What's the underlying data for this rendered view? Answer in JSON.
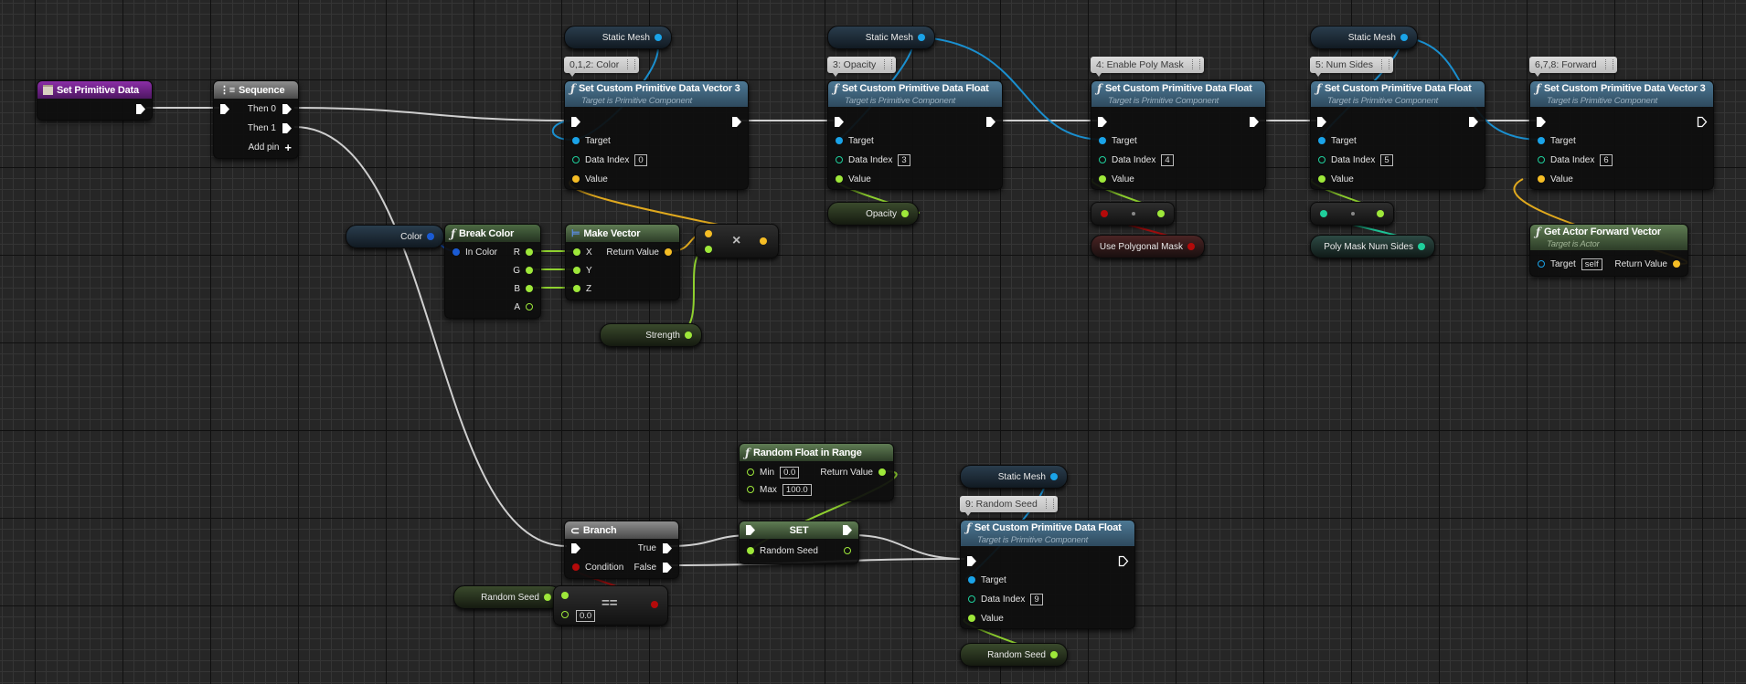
{
  "app": "Blueprint Event Graph",
  "colors": {
    "exec": "#ffffff",
    "object": "#1aa3e8",
    "integer": "#1fcf9c",
    "float": "#9ee83a",
    "vector": "#f5bd25",
    "bool": "#b40a0a",
    "struct_color": "#1a5bd4"
  },
  "nodes": {
    "event": {
      "title": "Set Primitive Data",
      "icon": "event-icon"
    },
    "sequence": {
      "title": "Sequence",
      "then0": "Then 0",
      "then1": "Then 1",
      "add_pin": "Add pin"
    },
    "set_color": {
      "comment": "0,1,2: Color",
      "title": "Set Custom Primitive Data Vector 3",
      "subtitle": "Target is Primitive Component",
      "target": "Target",
      "data_index_label": "Data Index",
      "data_index": "0",
      "value": "Value"
    },
    "set_opacity": {
      "comment": "3: Opacity",
      "title": "Set Custom Primitive Data Float",
      "subtitle": "Target is Primitive Component",
      "target": "Target",
      "data_index_label": "Data Index",
      "data_index": "3",
      "value": "Value"
    },
    "set_polymask": {
      "comment": "4: Enable Poly Mask",
      "title": "Set Custom Primitive Data Float",
      "subtitle": "Target is Primitive Component",
      "target": "Target",
      "data_index_label": "Data Index",
      "data_index": "4",
      "value": "Value"
    },
    "set_numsides": {
      "comment": "5: Num Sides",
      "title": "Set Custom Primitive Data Float",
      "subtitle": "Target is Primitive Component",
      "target": "Target",
      "data_index_label": "Data Index",
      "data_index": "5",
      "value": "Value"
    },
    "set_forward": {
      "comment": "6,7,8: Forward",
      "title": "Set Custom Primitive Data Vector 3",
      "subtitle": "Target is Primitive Component",
      "target": "Target",
      "data_index_label": "Data Index",
      "data_index": "6",
      "value": "Value"
    },
    "set_seed": {
      "comment": "9: Random Seed",
      "title": "Set Custom Primitive Data Float",
      "subtitle": "Target is Primitive Component",
      "target": "Target",
      "data_index_label": "Data Index",
      "data_index": "9",
      "value": "Value"
    },
    "break_color": {
      "title": "Break Color",
      "in": "In Color",
      "r": "R",
      "g": "G",
      "b": "B",
      "a": "A"
    },
    "make_vector": {
      "title": "Make Vector",
      "x": "X",
      "y": "Y",
      "z": "Z",
      "ret": "Return Value"
    },
    "multiply": {
      "symbol": "×"
    },
    "actor_forward": {
      "title": "Get Actor Forward Vector",
      "subtitle": "Target is Actor",
      "target": "Target",
      "target_value": "self",
      "ret": "Return Value"
    },
    "random_float": {
      "title": "Random Float in Range",
      "min": "Min",
      "min_value": "0.0",
      "max": "Max",
      "max_value": "100.0",
      "ret": "Return Value"
    },
    "set_var": {
      "title": "SET",
      "var": "Random Seed"
    },
    "branch": {
      "title": "Branch",
      "condition": "Condition",
      "true": "True",
      "false": "False"
    },
    "equals": {
      "symbol": "==",
      "value": "0.0"
    }
  },
  "variables": {
    "static_mesh": "Static Mesh",
    "color": "Color",
    "strength": "Strength",
    "opacity": "Opacity",
    "use_polygonal_mask": "Use Polygonal Mask",
    "poly_mask_num_sides": "Poly Mask Num Sides",
    "random_seed": "Random Seed"
  }
}
